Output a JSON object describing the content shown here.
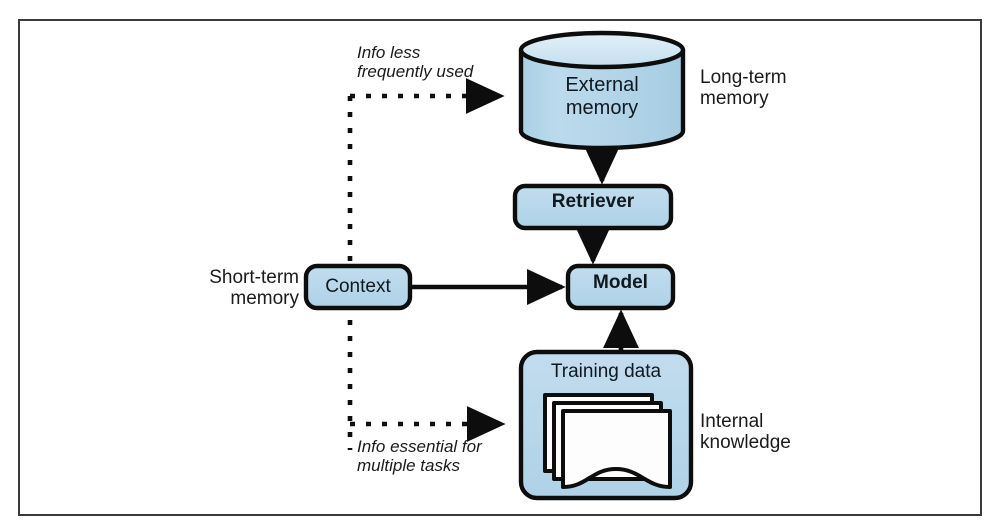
{
  "figure": {
    "nodes": {
      "external_memory": "External\nmemory",
      "retriever": "Retriever",
      "model": "Model",
      "training_data": "Training data",
      "context": "Context"
    },
    "side_labels": {
      "long_term_memory": "Long-term\nmemory",
      "internal_knowledge": "Internal\nknowledge",
      "short_term_memory": "Short-term\nmemory"
    },
    "edge_labels": {
      "info_less_frequent": "Info less\nfrequently used",
      "info_essential": "Info essential for\nmultiple tasks"
    },
    "colors": {
      "node_fill": "#b5d6e9",
      "cylinder_fill": "#b4d5e8",
      "cylinder_top_fill": "#cfe4f1",
      "stroke": "#0d0d0d",
      "frame": "#3a3a3a",
      "page_fill": "#fdfdfd",
      "text": "#101820"
    }
  }
}
